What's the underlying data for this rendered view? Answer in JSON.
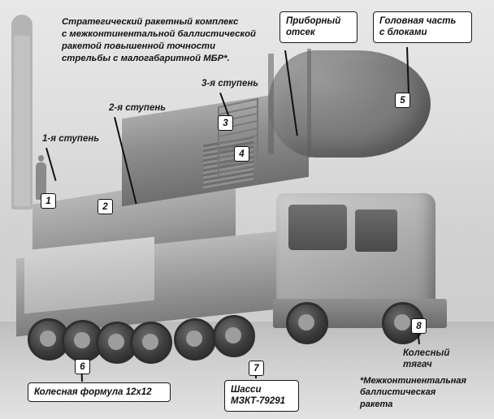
{
  "diagram": {
    "title": "Стратегический ракетный комплекс\nс межконтинентальной баллистической\nракетой повышенной точности\nстрельбы  с малогабаритной МБР*.",
    "footnote": "*Межконтинентальная\nбаллистическая\nракета",
    "callouts": [
      {
        "id": "stage1",
        "number": "1",
        "text": "1-я ступень",
        "boxed": false
      },
      {
        "id": "stage2",
        "number": "2",
        "text": "2-я ступень",
        "boxed": false
      },
      {
        "id": "stage3",
        "number": "3",
        "text": "3-я ступень",
        "boxed": false
      },
      {
        "id": "instrument-bay",
        "number": "4",
        "text": "Приборный\nотсек",
        "boxed": true
      },
      {
        "id": "warhead-section",
        "number": "5",
        "text": "Головная часть\nс блоками",
        "boxed": true
      },
      {
        "id": "wheel-formula",
        "number": "6",
        "text": "Колесная формула 12х12",
        "boxed": true
      },
      {
        "id": "chassis",
        "number": "7",
        "text": "Шасси\nМЗКТ-79291",
        "boxed": true
      },
      {
        "id": "wheel-tractor",
        "number": "8",
        "text": "Колесный\nтягач",
        "boxed": false
      }
    ]
  }
}
